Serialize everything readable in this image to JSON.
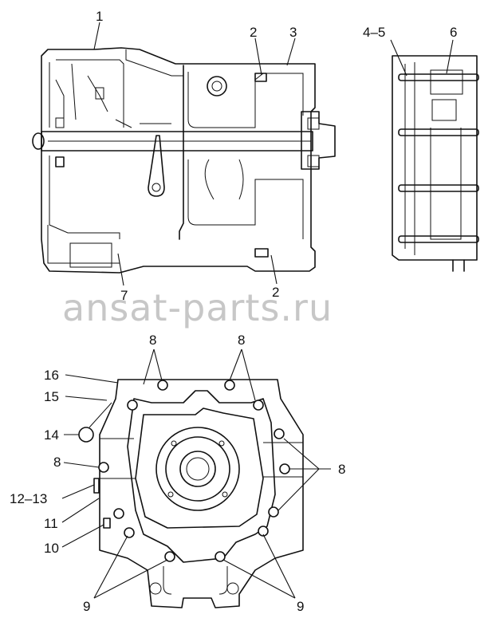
{
  "watermark": "ansat-parts.ru",
  "callouts": {
    "c1": "1",
    "c2_top": "2",
    "c3": "3",
    "c4_5": "4–5",
    "c6": "6",
    "c7": "7",
    "c2_bottom": "2",
    "c8_top_left": "8",
    "c8_top_right": "8",
    "c16": "16",
    "c15": "15",
    "c14": "14",
    "c8_left": "8",
    "c8_right": "8",
    "c12_13": "12–13",
    "c11": "11",
    "c10": "10",
    "c9_left": "9",
    "c9_right": "9"
  }
}
